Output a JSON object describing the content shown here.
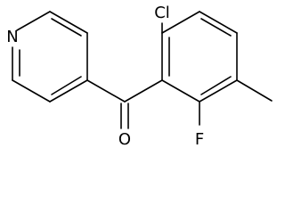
{
  "molecule": {
    "atoms": {
      "n": "N",
      "cl": "Cl",
      "o": "O",
      "f": "F"
    },
    "colors": {
      "bond": "#000000",
      "label": "#000000",
      "background": "#ffffff"
    }
  }
}
